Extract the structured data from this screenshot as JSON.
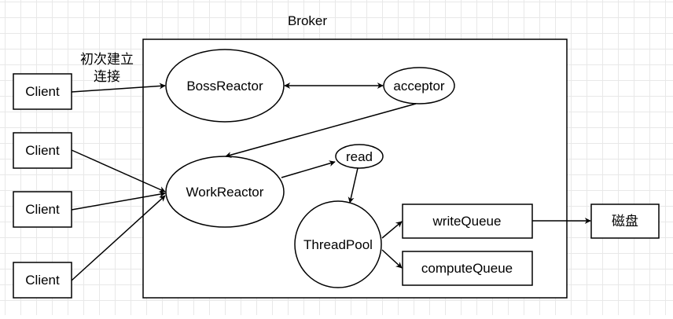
{
  "diagram": {
    "broker_label": "Broker",
    "clients": [
      "Client",
      "Client",
      "Client",
      "Client"
    ],
    "first_connect_label_line1": "初次建立",
    "first_connect_label_line2": "连接",
    "boss_reactor": "BossReactor",
    "acceptor": "acceptor",
    "work_reactor": "WorkReactor",
    "read": "read",
    "thread_pool": "ThreadPool",
    "write_queue": "writeQueue",
    "compute_queue": "computeQueue",
    "disk": "磁盘"
  }
}
